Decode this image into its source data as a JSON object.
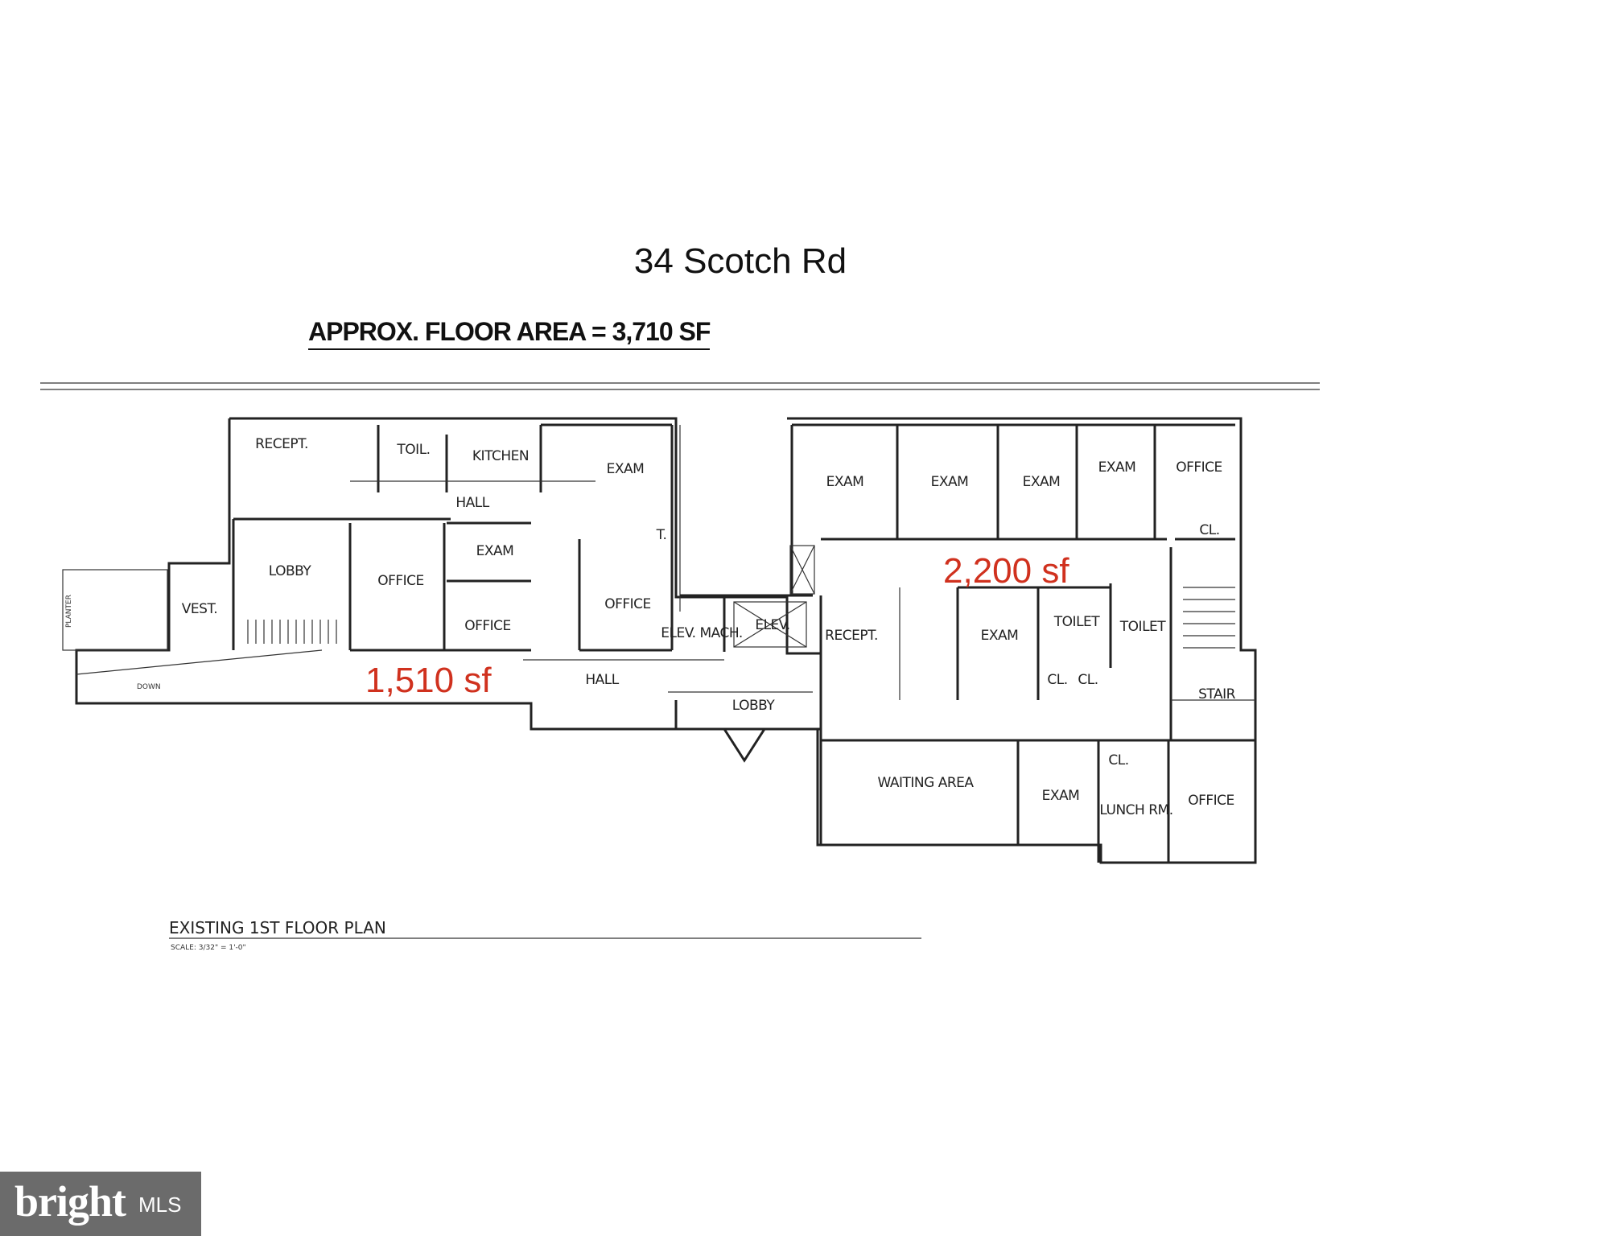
{
  "title": "34 Scotch Rd",
  "floor_area_heading": "APPROX. FLOOR AREA = 3,710 SF",
  "plan_caption": "EXISTING 1ST FLOOR PLAN",
  "plan_scale": "SCALE: 3/32\" = 1'-0\"",
  "section_areas": {
    "left": "1,510 sf",
    "right": "2,200 sf"
  },
  "rooms": {
    "recept_left": "RECEPT.",
    "toil": "TOIL.",
    "kitchen": "KITCHEN",
    "exam_top_mid": "EXAM",
    "hall_upper": "HALL",
    "exam_small": "EXAM",
    "lobby_left": "LOBBY",
    "office_left": "OFFICE",
    "office_small": "OFFICE",
    "t": "T.",
    "office_mid": "OFFICE",
    "vest": "VEST.",
    "elev_mach": "ELEV. MACH.",
    "elev": "ELEV.",
    "hall_lower": "HALL",
    "lobby_mid": "LOBBY",
    "exam_r1": "EXAM",
    "exam_r2": "EXAM",
    "exam_r3": "EXAM",
    "exam_r4": "EXAM",
    "office_tr": "OFFICE",
    "cl_tr": "CL.",
    "recept_right": "RECEPT.",
    "exam_center": "EXAM",
    "toilet_1": "TOILET",
    "toilet_2": "TOILET",
    "cl_a": "CL.",
    "cl_b": "CL.",
    "stair": "STAIR",
    "cl_c": "CL.",
    "waiting": "WAITING AREA",
    "exam_bottom": "EXAM",
    "lunch": "LUNCH RM.",
    "office_br": "OFFICE",
    "planter": "PLANTER",
    "down": "DOWN"
  },
  "watermark": {
    "brand": "bright",
    "suffix": "MLS"
  }
}
